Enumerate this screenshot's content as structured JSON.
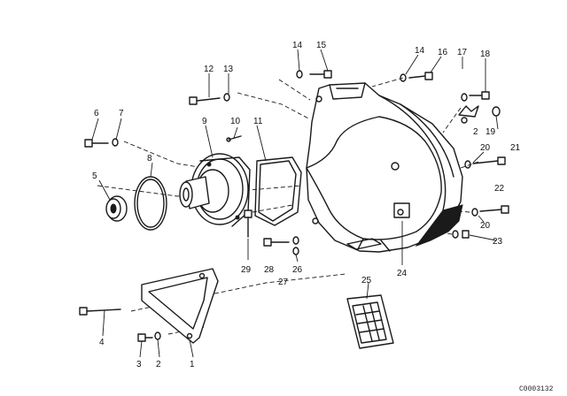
{
  "callouts": {
    "c1": "1",
    "c2": "2",
    "c2b": "2",
    "c3": "3",
    "c4": "4",
    "c5": "5",
    "c6": "6",
    "c7": "7",
    "c8": "8",
    "c9": "9",
    "c10": "10",
    "c11": "11",
    "c12": "12",
    "c13": "13",
    "c14": "14",
    "c14b": "14",
    "c15": "15",
    "c16": "16",
    "c17": "17",
    "c18": "18",
    "c19": "19",
    "c20": "20",
    "c20b": "20",
    "c21": "21",
    "c22": "22",
    "c23": "23",
    "c24": "24",
    "c25": "25",
    "c26": "26",
    "c27": "27",
    "c28": "28",
    "c29": "29"
  },
  "footer": {
    "code": "C0003132"
  }
}
